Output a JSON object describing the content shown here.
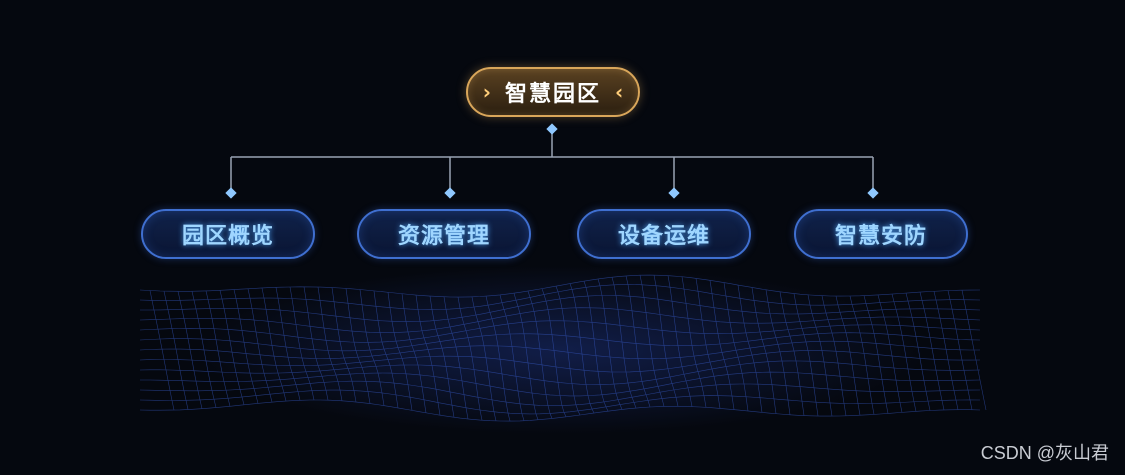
{
  "root": {
    "label": "智慧园区",
    "left_icon": "chevron-right-icon",
    "right_icon": "chevron-left-icon",
    "border_color": "#d9a65a",
    "text_color": "#ffffff"
  },
  "children": [
    {
      "label": "园区概览"
    },
    {
      "label": "资源管理"
    },
    {
      "label": "设备运维"
    },
    {
      "label": "智慧安防"
    }
  ],
  "colors": {
    "background": "#05080f",
    "connector": "#9aa3b3",
    "connector_dot": "#6fb6ff",
    "child_border": "#3f6fd0",
    "child_text": "#9fd6ff"
  },
  "watermark": "CSDN @灰山君"
}
